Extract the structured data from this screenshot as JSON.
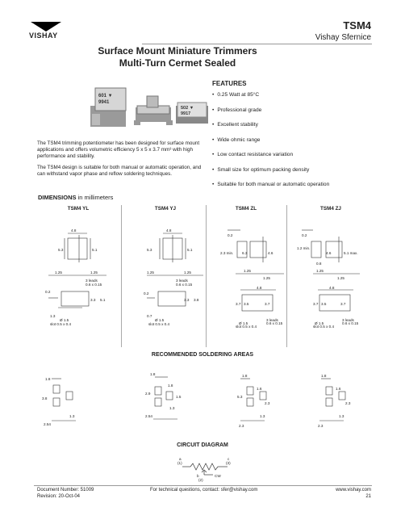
{
  "header": {
    "logo": "VISHAY",
    "product": "TSM4",
    "company": "Vishay Sfernice",
    "title_line1": "Surface Mount Miniature Trimmers",
    "title_line2": "Multi-Turn Cermet Sealed"
  },
  "photos": {
    "marking_1": "601 ▼",
    "marking_2": "9941",
    "marking_3": "502 ▼",
    "marking_4": "9917"
  },
  "intro": {
    "p1": "The TSM4 trimming potentiometer has been designed for surface mount applications and offers volumetric efficiency 5 x 5 x 3.7 mm³ with high performance and stability.",
    "p2": "The TSM4 design is suitable for both manual or automatic operation, and can withstand vapor phase and reflow soldering techniques."
  },
  "features": {
    "heading": "FEATURES",
    "items": [
      "0.25 Watt at 85°C",
      "Professional grade",
      "Excellent stability",
      "Wide ohmic range",
      "Low contact resistance variation",
      "Small size for optimum packing density",
      "Suitable for both manual or automatic operation"
    ]
  },
  "dimensions": {
    "heading": "DIMENSIONS",
    "unit": "in millimeters",
    "columns": [
      "TSM4 YL",
      "TSM4 YJ",
      "TSM4 ZL",
      "TSM4 ZJ"
    ],
    "yl": {
      "d1": "4.8",
      "d2": "5.3",
      "d3": "5.1",
      "d4": "1.25",
      "d5": "1.25",
      "d6": "3 leads",
      "d7": "0.6 x 0.15",
      "d8": "0.2",
      "d9": "3.3",
      "d10": "5.1",
      "d11": "1.3",
      "d12": "Ø 1.5",
      "d13": "slot 0.5 x 0.4"
    },
    "yj": {
      "d1": "4.8",
      "d2": "5.3",
      "d3": "5.1",
      "d4": "1.25",
      "d5": "1.25",
      "d6": "3 leads",
      "d7": "0.6 x 0.15",
      "d8": "0.2",
      "d9": "3.3",
      "d10": "3.8",
      "d11": "0.7",
      "d12": "Ø 1.5",
      "d13": "slot 0.5 x 0.4"
    },
    "zl": {
      "d1": "0.2",
      "d2": "2.3 min.",
      "d3": "6.3",
      "d4": "4.6",
      "d5": "1.25",
      "d6": "1.25",
      "d7": "4.8",
      "d8": "3.7",
      "d9": "3.5",
      "d10": "3.7",
      "d11": "3 leads",
      "d12": "0.6 x 0.15",
      "d13": "Ø 1.5",
      "d14": "slot 0.5 x 0.4"
    },
    "zj": {
      "d1": "0.2",
      "d2": "1.2 min.",
      "d3": "4.6",
      "d4": "5.1 max.",
      "d5": "0.8",
      "d6": "1.25",
      "d7": "1.25",
      "d8": "4.8",
      "d9": "3.7",
      "d10": "3.5",
      "d11": "3.7",
      "d12": "3 leads",
      "d13": "0.6 x 0.15",
      "d14": "Ø 1.5",
      "d15": "slot 0.5 x 0.4"
    }
  },
  "soldering": {
    "heading": "RECOMMENDED SOLDERING AREAS",
    "yl": {
      "a": "1.8",
      "b": "3.8",
      "c": "1.3",
      "d": "2.54"
    },
    "yj": {
      "a": "1.8",
      "b": "2.9",
      "c": "1.8",
      "d": "1.5",
      "e": "1.3",
      "f": "2.54"
    },
    "zl": {
      "a": "1.8",
      "b": "1.6",
      "c": "5.3",
      "d": "2.3",
      "e": "1.3",
      "f": "2.3"
    },
    "zj": {
      "a": "1.8",
      "b": "1.6",
      "c": "2.3",
      "d": "1.3",
      "e": "2.3"
    }
  },
  "circuit": {
    "heading": "CIRCUIT DIAGRAM",
    "t1": "a",
    "t1n": "(1)",
    "t3": "c",
    "t3n": "(3)",
    "t2": "b",
    "t2n": "(2)",
    "cw": "CW"
  },
  "footer": {
    "doc": "Document Number: 51009",
    "rev": "Revision: 20-Oct-04",
    "contact": "For technical questions, contact: sfer@vishay.com",
    "site": "www.vishay.com",
    "page": "21"
  }
}
